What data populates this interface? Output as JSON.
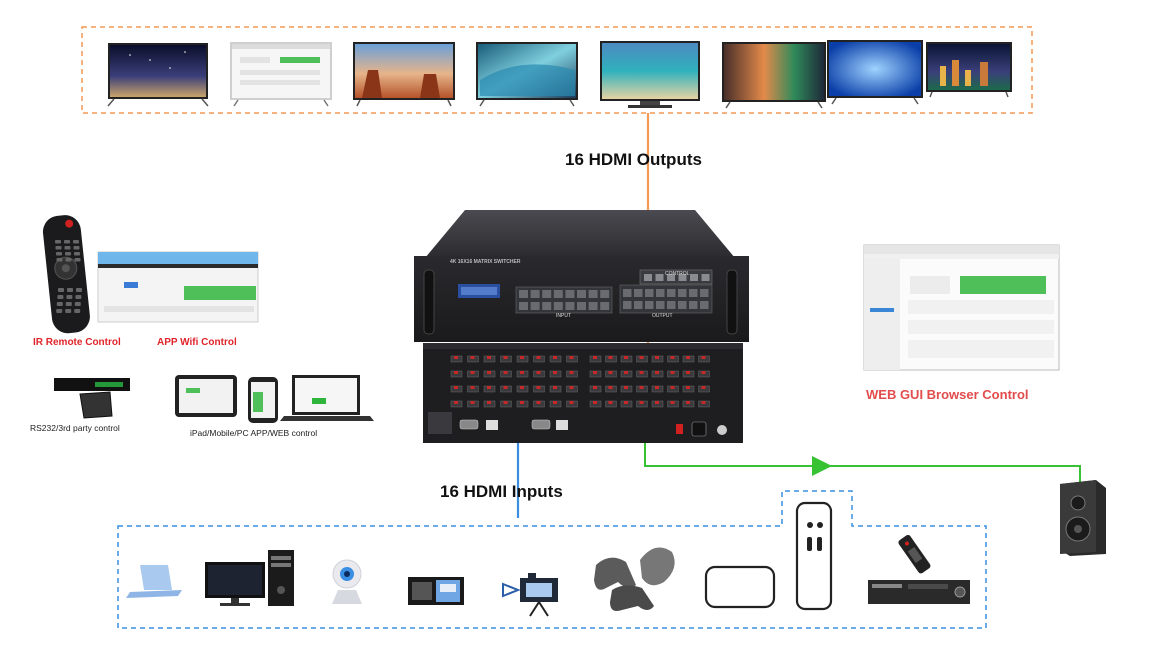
{
  "labels": {
    "outputs": "16 HDMI Outputs",
    "inputs": "16 HDMI Inputs",
    "ir_remote": "IR Remote Control",
    "app_wifi": "APP Wifi Control",
    "rs232": "RS232/3rd party control",
    "ipad_mobile": "iPad/Mobile/PC APP/WEB control",
    "web_gui": "WEB GUI Browser Control"
  },
  "device": {
    "top_title": "4K 16X16 MATRIX SWITCHER",
    "control_label": "CONTROL",
    "input_label": "INPUT",
    "output_label": "OUTPUT"
  },
  "colors": {
    "output_arrow": "#f39a55",
    "input_arrow": "#3a8fe0",
    "audio_arrow": "#36c233",
    "accent_red": "#e0242a"
  },
  "icons": {
    "displays": [
      "tv-galaxy-icon",
      "tv-gui-screen-icon",
      "tv-desert-icon",
      "tv-wave-icon",
      "tv-beach-icon",
      "tv-abstract-icon",
      "tv-blue-icon",
      "tv-city-icon"
    ],
    "sources": [
      "laptop-icon",
      "desktop-pc-icon",
      "webcam-icon",
      "dvd-player-icon",
      "projector-camera-icon",
      "game-controllers-icon",
      "apple-tv-icon",
      "settop-box-icon"
    ],
    "audio": "speaker-icon"
  }
}
